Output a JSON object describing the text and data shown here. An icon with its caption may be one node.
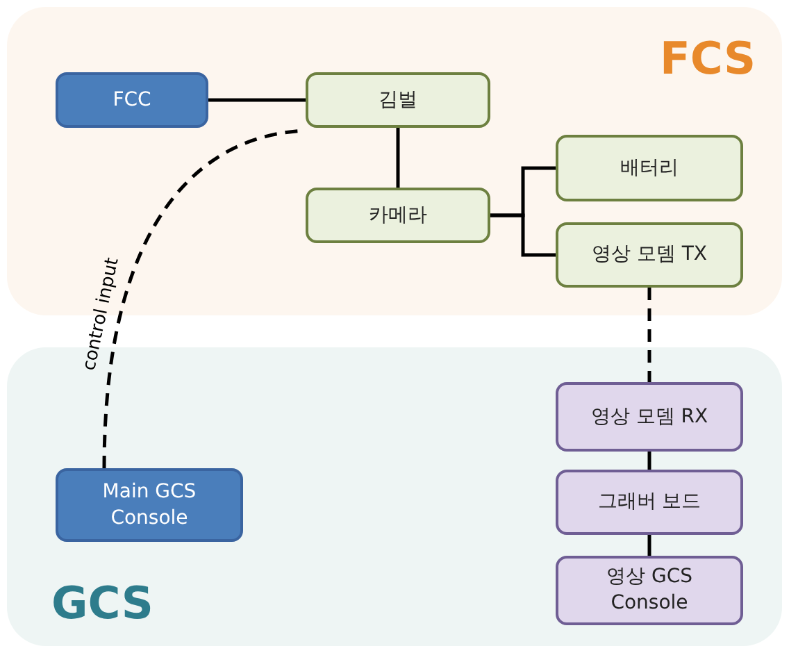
{
  "diagram": {
    "nodes": [
      {
        "text": [
          "FCS"
        ]
      },
      {
        "text": [
          "FCC"
        ],
        "in": 0
      },
      {
        "text": [
          "김벌"
        ],
        "in": 0
      },
      {
        "text": [
          "카메라"
        ],
        "in": 0
      },
      {
        "text": [
          "배터리"
        ],
        "in": 0
      },
      {
        "text": [
          "영상 모뎀 TX"
        ],
        "in": 0
      },
      {
        "text": [
          "GCS"
        ]
      },
      {
        "text": [
          "Main GCS Console"
        ],
        "in": 6
      },
      {
        "text": [
          "영상 모뎀 RX"
        ],
        "in": 6
      },
      {
        "text": [
          "그래버 보드"
        ],
        "in": 6
      },
      {
        "text": [
          "영상 GCS Console"
        ],
        "in": 6
      }
    ],
    "edges": [
      {
        "from": 1,
        "to": 2,
        "arrow": "none"
      },
      {
        "from": 2,
        "to": 3,
        "arrow": "none"
      },
      {
        "from": 3,
        "to": 4,
        "arrow": "none"
      },
      {
        "from": 3,
        "to": 5,
        "arrow": "none"
      },
      {
        "from": 5,
        "to": 8,
        "arrow": "none",
        "style": "dashed"
      },
      {
        "from": 8,
        "to": 9,
        "arrow": "none"
      },
      {
        "from": 9,
        "to": 10,
        "arrow": "none"
      },
      {
        "from": 7,
        "to": 2,
        "arrow": "none",
        "style": "dashed",
        "label": "control input"
      }
    ]
  }
}
